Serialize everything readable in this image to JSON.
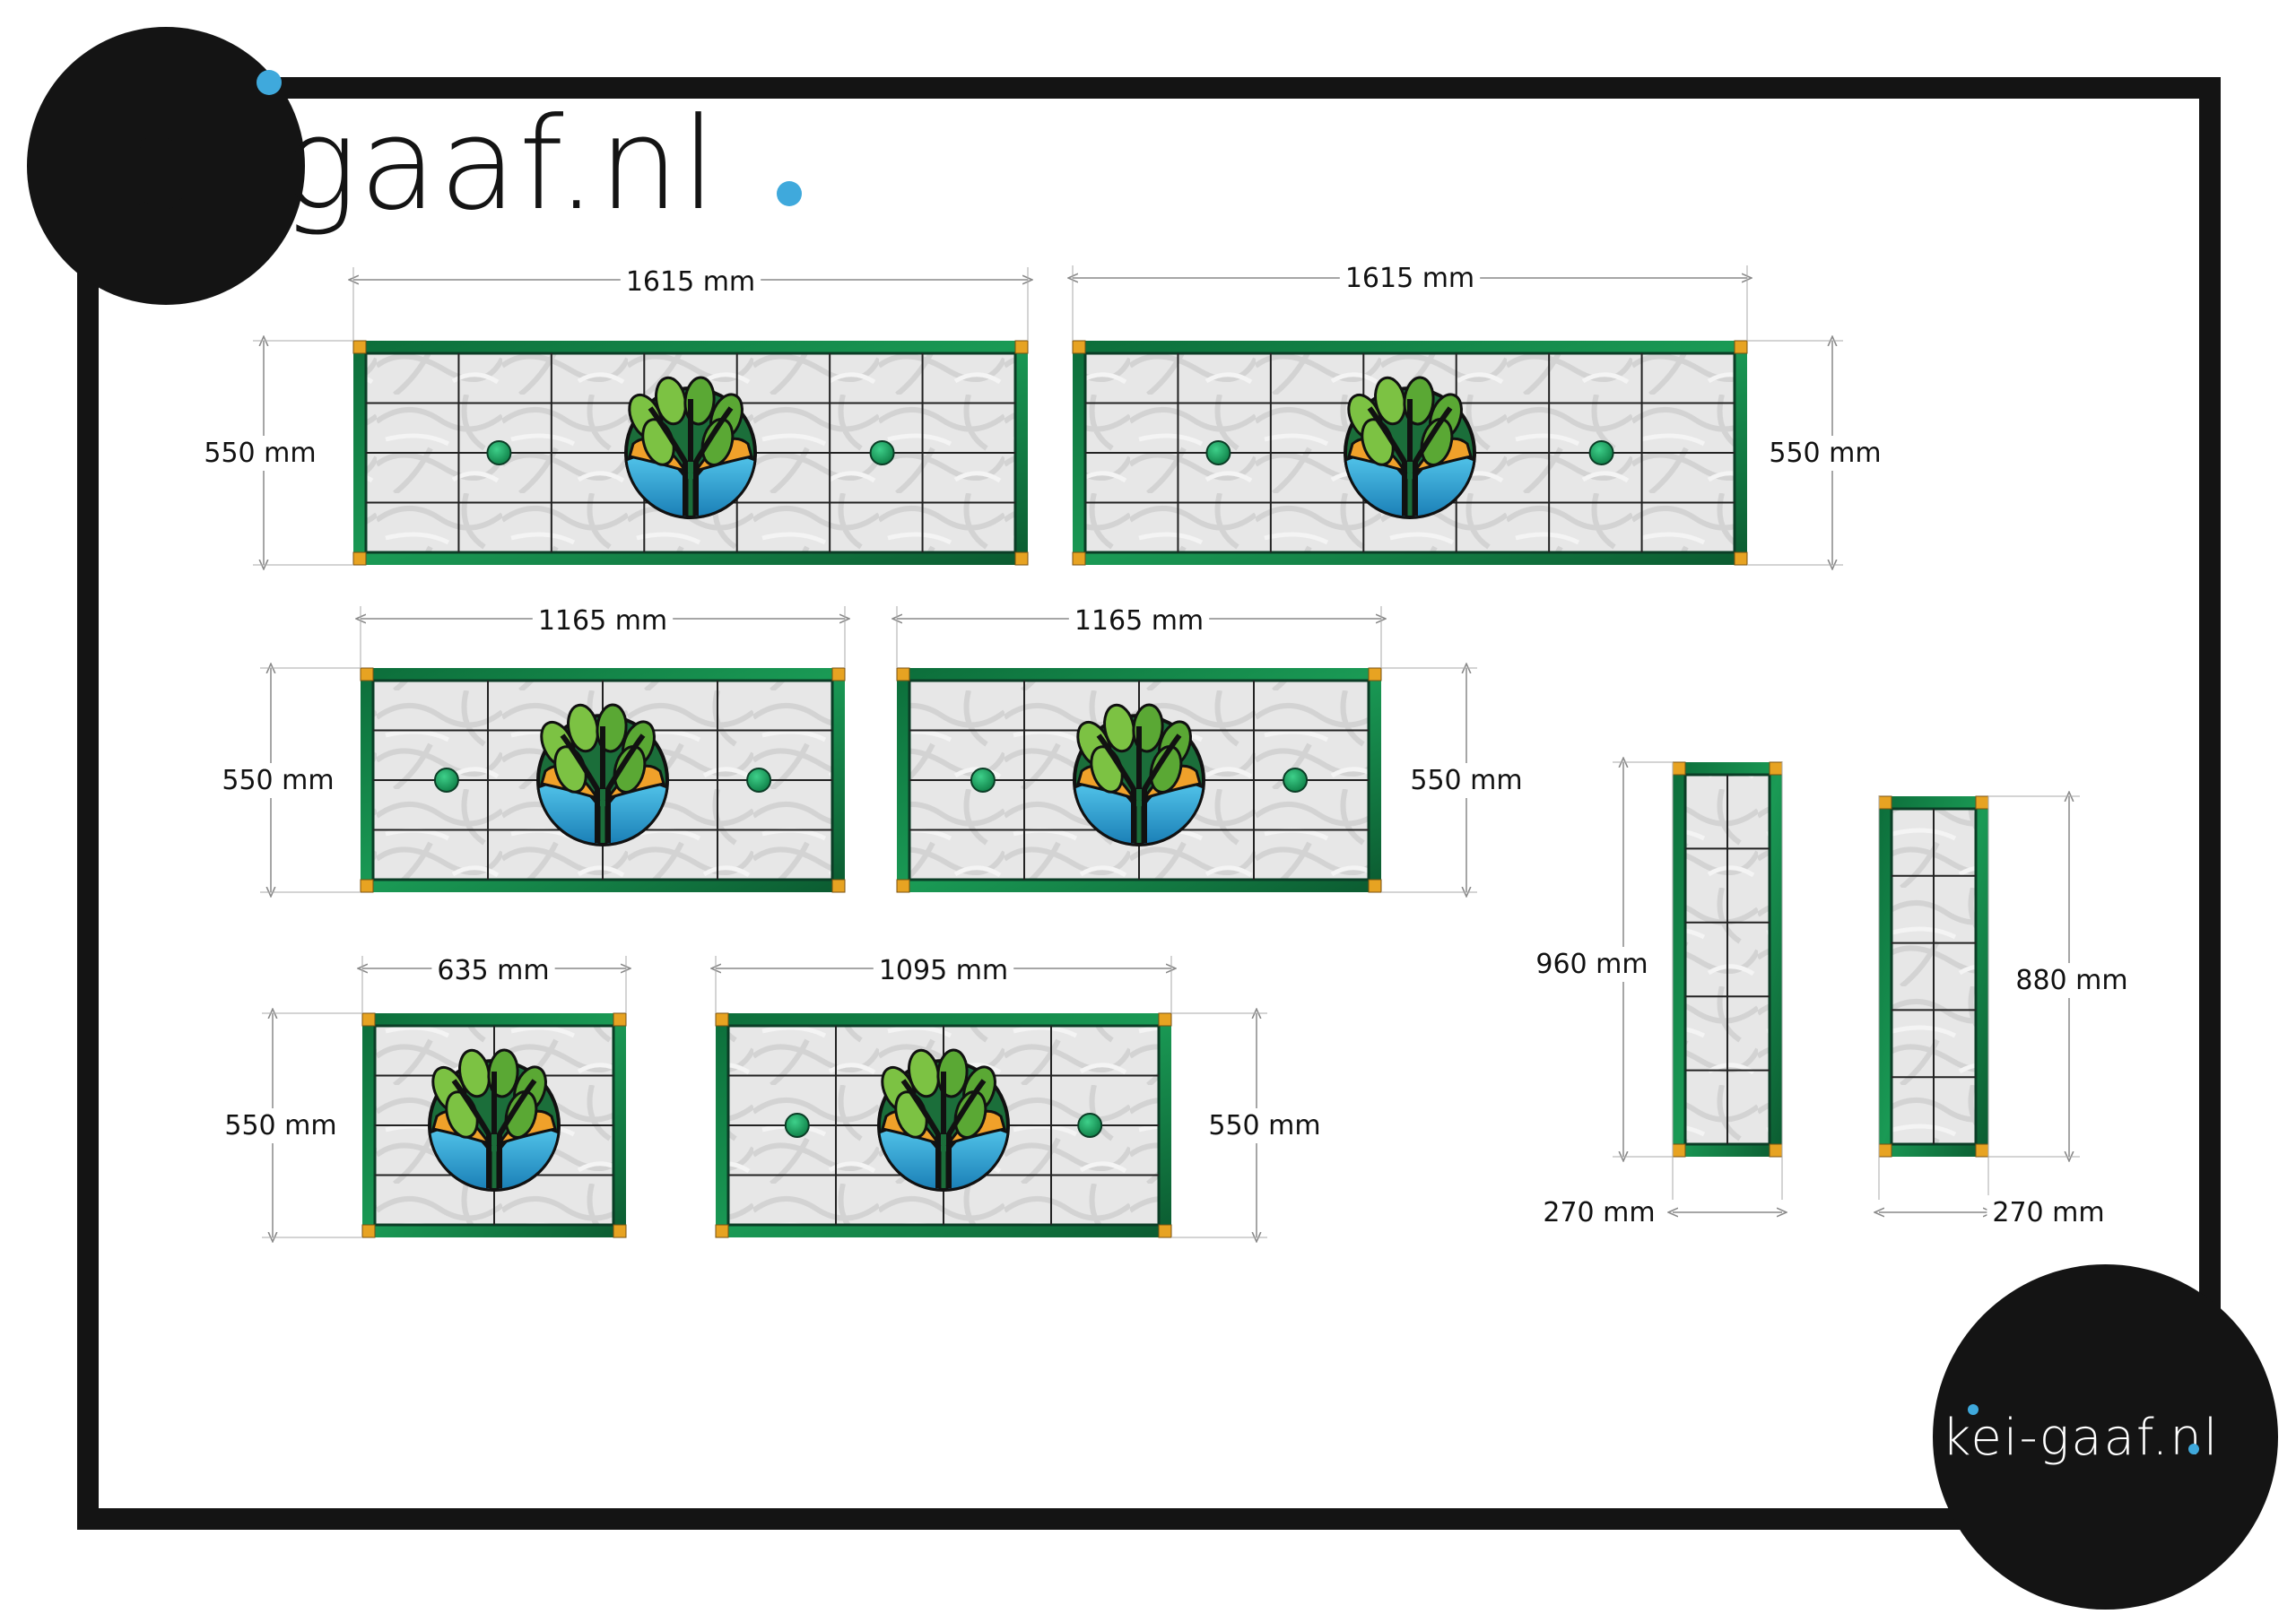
{
  "brand": {
    "logo_text": "kei-gaaf.nl",
    "logo_text_small": "kei-gaaf.nl",
    "colors": {
      "frame": "#141414",
      "dot": "#3fa9dc",
      "green": "#0e8a4a",
      "dark_green": "#0b3d26"
    }
  },
  "panels": [
    {
      "id": "panel-1",
      "width_label": "1615 mm",
      "height_label": "550 mm",
      "height_side": "left",
      "cols": 7,
      "rows": 4,
      "tree": true,
      "dots": true
    },
    {
      "id": "panel-2",
      "width_label": "1615 mm",
      "height_label": "550 mm",
      "height_side": "right",
      "cols": 7,
      "rows": 4,
      "tree": true,
      "dots": true
    },
    {
      "id": "panel-3",
      "width_label": "1165 mm",
      "height_label": "550 mm",
      "height_side": "left",
      "cols": 4,
      "rows": 4,
      "tree": true,
      "dots": true
    },
    {
      "id": "panel-4",
      "width_label": "1165 mm",
      "height_label": "550 mm",
      "height_side": "right",
      "cols": 4,
      "rows": 4,
      "tree": true,
      "dots": true
    },
    {
      "id": "panel-5",
      "width_label": "635 mm",
      "height_label": "550 mm",
      "height_side": "left",
      "cols": 2,
      "rows": 4,
      "tree": true,
      "dots": false
    },
    {
      "id": "panel-6",
      "width_label": "1095 mm",
      "height_label": "550 mm",
      "height_side": "right",
      "cols": 4,
      "rows": 4,
      "tree": true,
      "dots": true
    },
    {
      "id": "panel-7",
      "width_label": "270 mm",
      "height_label": "960 mm",
      "height_side": "left",
      "cols": 2,
      "rows": 5,
      "tree": false,
      "dots": false
    },
    {
      "id": "panel-8",
      "width_label": "270 mm",
      "height_label": "880 mm",
      "height_side": "right",
      "cols": 2,
      "rows": 5,
      "tree": false,
      "dots": false
    }
  ]
}
